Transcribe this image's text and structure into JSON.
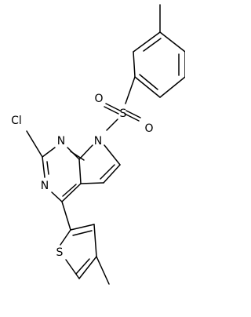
{
  "structure": {
    "atoms": {
      "chlorine": "Cl",
      "pyrimidine_n_upper": "N",
      "pyrimidine_n_lower": "N",
      "pyrrole_n": "N",
      "sulfonyl_s": "S",
      "sulfonyl_o_left": "O",
      "sulfonyl_o_right": "O",
      "thiophene_s": "S"
    }
  },
  "colors": {
    "bond": "#000000",
    "label": "#000000",
    "background": "#ffffff"
  }
}
